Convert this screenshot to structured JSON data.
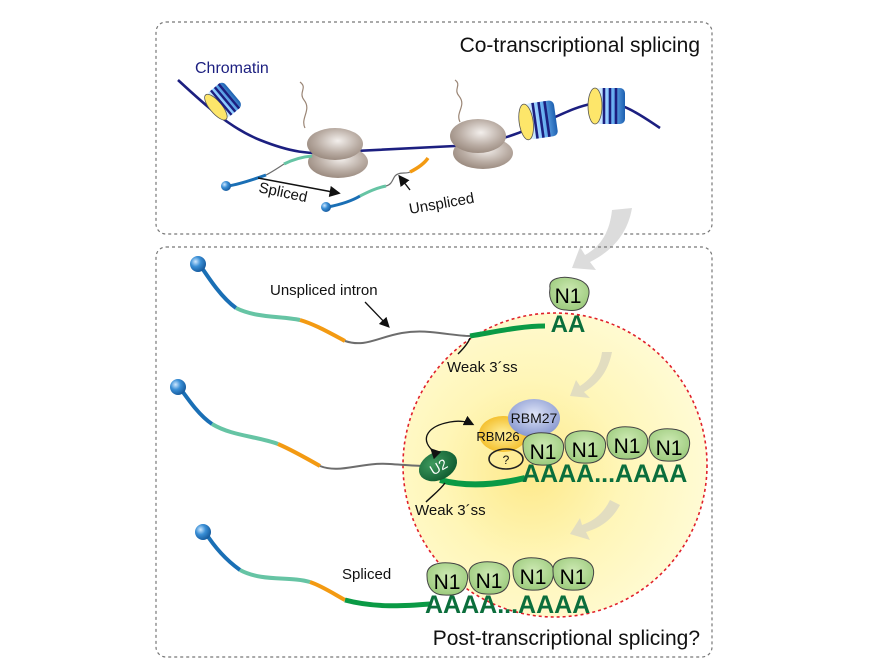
{
  "panels": {
    "top": {
      "title": "Co-transcriptional splicing",
      "chromatin_label": "Chromatin",
      "spliced_label": "Spliced",
      "unspliced_label": "Unspliced"
    },
    "bottom": {
      "title": "Post-transcriptional splicing?",
      "unspliced_intron_label": "Unspliced intron",
      "weak_ss_label_1": "Weak 3´ss",
      "weak_ss_label_2": "Weak 3´ss",
      "spliced_label": "Spliced",
      "u2_label": "U2",
      "rbm26_label": "RBM26",
      "rbm27_label": "RBM27",
      "unknown_factor_label": "?",
      "n1_label": "N1",
      "polya_short": "AA",
      "polya_long": "AAAA...AAAA"
    }
  },
  "colors": {
    "chromatin": "#1c1f80",
    "exon_blue": "#1a6fb5",
    "exon_teal": "#66c4a4",
    "exon_orange": "#f39a12",
    "exon_green": "#0a9a45",
    "intron_gray": "#6d6d6d",
    "n1_fill": "#a9d48a",
    "polya": "#0b6e3c",
    "nucleus_fill": "#fff8b8",
    "nucleus_border": "#e0202a",
    "u2": "#126b3a",
    "rbm26": "#f6c42a",
    "rbm27": "#9aa8d8"
  }
}
